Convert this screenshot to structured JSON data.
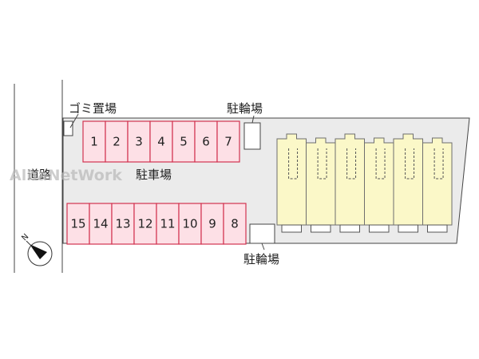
{
  "watermark": "AlbaNetWork",
  "labels": {
    "garbage": "ゴミ置場",
    "bike_top": "駐輪場",
    "bike_bottom": "駐輪場",
    "parking": "駐車場",
    "road": "道路"
  },
  "top_row_slots": [
    "1",
    "2",
    "3",
    "4",
    "5",
    "6",
    "7"
  ],
  "bottom_row_slots": [
    "15",
    "14",
    "13",
    "12",
    "11",
    "10",
    "9",
    "8"
  ],
  "building_units": 6,
  "compass": {
    "north_label": "N"
  },
  "colors": {
    "parking_fill": "#fde0e6",
    "parking_stroke": "#d2324f",
    "building_fill": "#fbf8c8",
    "lot_fill": "#ebebeb"
  }
}
